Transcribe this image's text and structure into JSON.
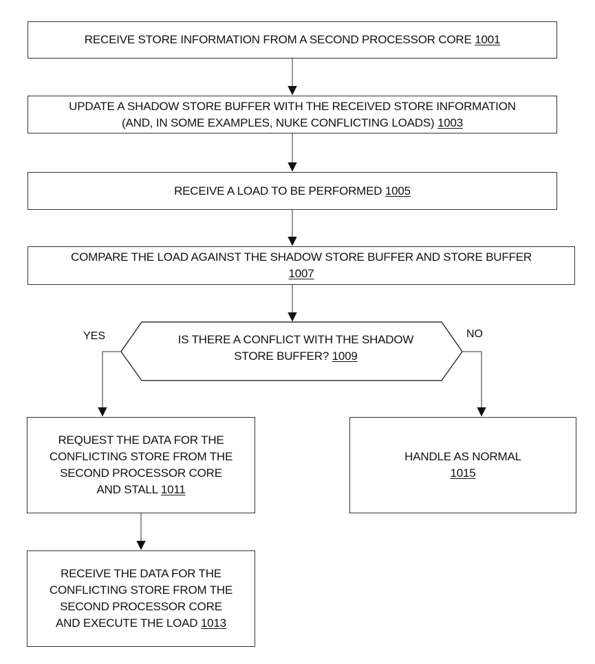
{
  "steps": {
    "s1001": {
      "text": "RECEIVE STORE INFORMATION FROM A SECOND PROCESSOR CORE",
      "ref": "1001"
    },
    "s1003": {
      "line1": "UPDATE A SHADOW STORE BUFFER WITH THE RECEIVED STORE INFORMATION",
      "line2": "(AND, IN SOME EXAMPLES, NUKE CONFLICTING LOADS)",
      "ref": "1003"
    },
    "s1005": {
      "text": "RECEIVE A LOAD TO BE PERFORMED",
      "ref": "1005"
    },
    "s1007": {
      "text": "COMPARE THE LOAD AGAINST THE SHADOW STORE BUFFER AND STORE BUFFER",
      "ref": "1007"
    },
    "s1009": {
      "line1": "IS THERE A CONFLICT WITH THE SHADOW",
      "line2": "STORE BUFFER?",
      "ref": "1009"
    },
    "s1011": {
      "line1": "REQUEST THE DATA FOR THE",
      "line2": "CONFLICTING STORE FROM THE",
      "line3": "SECOND PROCESSOR CORE",
      "line4": "AND STALL",
      "ref": "1011"
    },
    "s1013": {
      "line1": "RECEIVE THE DATA FOR THE",
      "line2": "CONFLICTING STORE FROM THE",
      "line3": "SECOND PROCESSOR CORE",
      "line4": "AND EXECUTE THE LOAD",
      "ref": "1013"
    },
    "s1015": {
      "text": "HANDLE AS NORMAL",
      "ref": "1015"
    }
  },
  "branches": {
    "yes": "YES",
    "no": "NO"
  }
}
